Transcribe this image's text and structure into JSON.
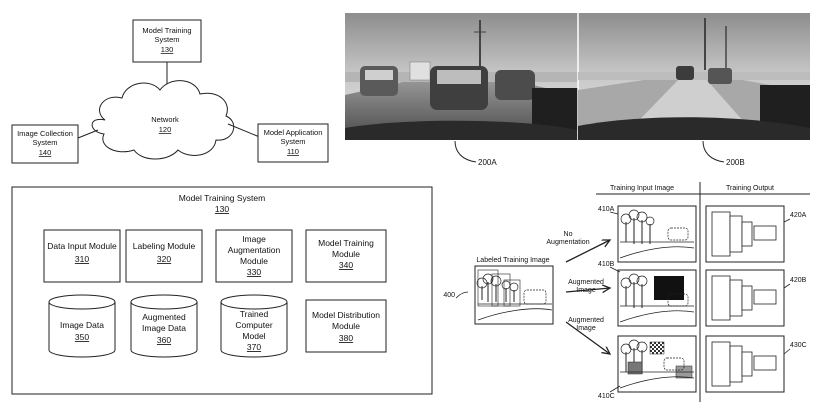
{
  "network_diagram": {
    "model_training": {
      "name_line1": "Model Training",
      "name_line2": "System",
      "ref": "130"
    },
    "network": {
      "name": "Network",
      "ref": "120"
    },
    "image_collection": {
      "name_line1": "Image Collection",
      "name_line2": "System",
      "ref": "140"
    },
    "model_application": {
      "name_line1": "Model Application",
      "name_line2": "System",
      "ref": "110"
    }
  },
  "photos": {
    "left_ref": "200A",
    "right_ref": "200B"
  },
  "system_diagram": {
    "title": "Model Training System",
    "title_ref": "130",
    "modules": [
      {
        "lines": [
          "Data Input Module"
        ],
        "ref": "310"
      },
      {
        "lines": [
          "Labeling Module"
        ],
        "ref": "320"
      },
      {
        "lines": [
          "Image",
          "Augmentation",
          "Module"
        ],
        "ref": "330"
      },
      {
        "lines": [
          "Model Training",
          "Module"
        ],
        "ref": "340"
      }
    ],
    "stores": [
      {
        "lines": [
          "Image Data"
        ],
        "ref": "350"
      },
      {
        "lines": [
          "Augmented",
          "Image Data"
        ],
        "ref": "360"
      },
      {
        "lines": [
          "Trained",
          "Computer",
          "Model"
        ],
        "ref": "370"
      }
    ],
    "distribution": {
      "lines": [
        "Model Distribution",
        "Module"
      ],
      "ref": "380"
    }
  },
  "augmentation_diagram": {
    "col_input": "Training Input Image",
    "col_output": "Training Output",
    "labeled": "Labeled Training Image",
    "ref_400": "400",
    "arrow_labels": {
      "no_aug_1": "No",
      "no_aug_2": "Augmentation",
      "aug1_1": "Augmented",
      "aug1_2": "Image",
      "aug2_1": "Augmented",
      "aug2_2": "Image"
    },
    "refs": {
      "a": "410A",
      "b": "410B",
      "c": "410C",
      "oa": "420A",
      "ob": "420B",
      "oc": "430C"
    }
  }
}
